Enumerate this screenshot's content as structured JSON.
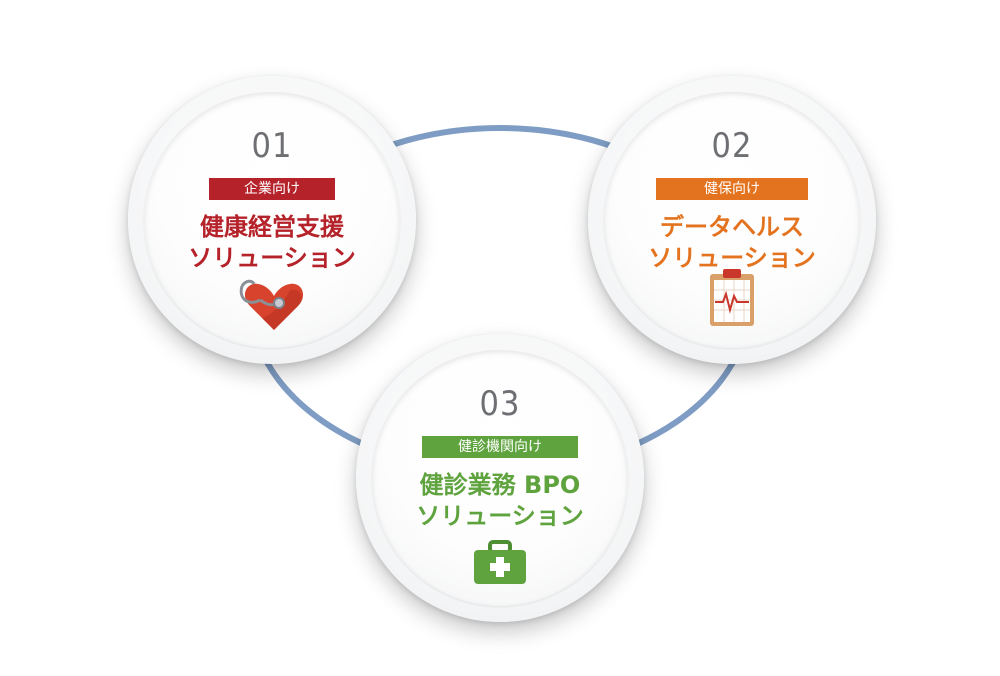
{
  "nodes": [
    {
      "number": "01",
      "badge": "企業向け",
      "title_line1": "健康経営支援",
      "title_line2": "ソリューション",
      "icon": "heart-stethoscope-icon",
      "accent_color": "#b5222a"
    },
    {
      "number": "02",
      "badge": "健保向け",
      "title_line1": "データヘルス",
      "title_line2": "ソリューション",
      "icon": "clipboard-ecg-icon",
      "accent_color": "#e4731f"
    },
    {
      "number": "03",
      "badge": "健診機関向け",
      "title_line1": "健診業務 BPO",
      "title_line2": "ソリューション",
      "icon": "medical-kit-icon",
      "accent_color": "#5fa33e"
    }
  ],
  "ring_color": "#7f9dc4"
}
